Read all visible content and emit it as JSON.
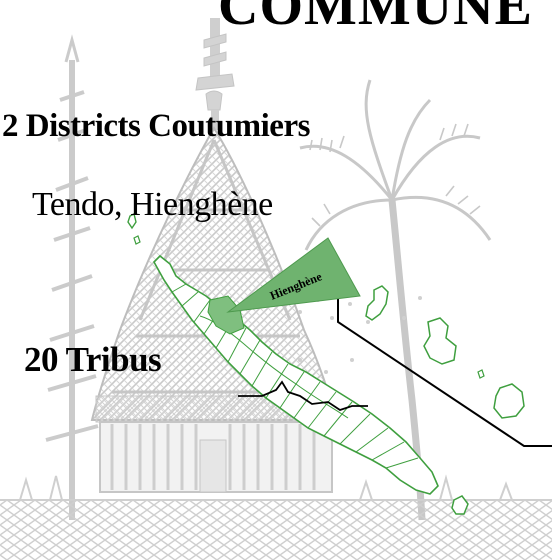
{
  "title": "COMMUNE",
  "districts": {
    "heading": "2 Districts Coutumiers",
    "list": "Tendo, Hienghène"
  },
  "tribus": {
    "heading": "20 Tribus"
  },
  "map": {
    "callout_label": "Hienghène",
    "colors": {
      "outline": "#3f9f3f",
      "highlight": "#7fbf7f",
      "callout": "#6fb36f",
      "background_art": "#c9c9c9",
      "leader_line": "#000000"
    }
  }
}
